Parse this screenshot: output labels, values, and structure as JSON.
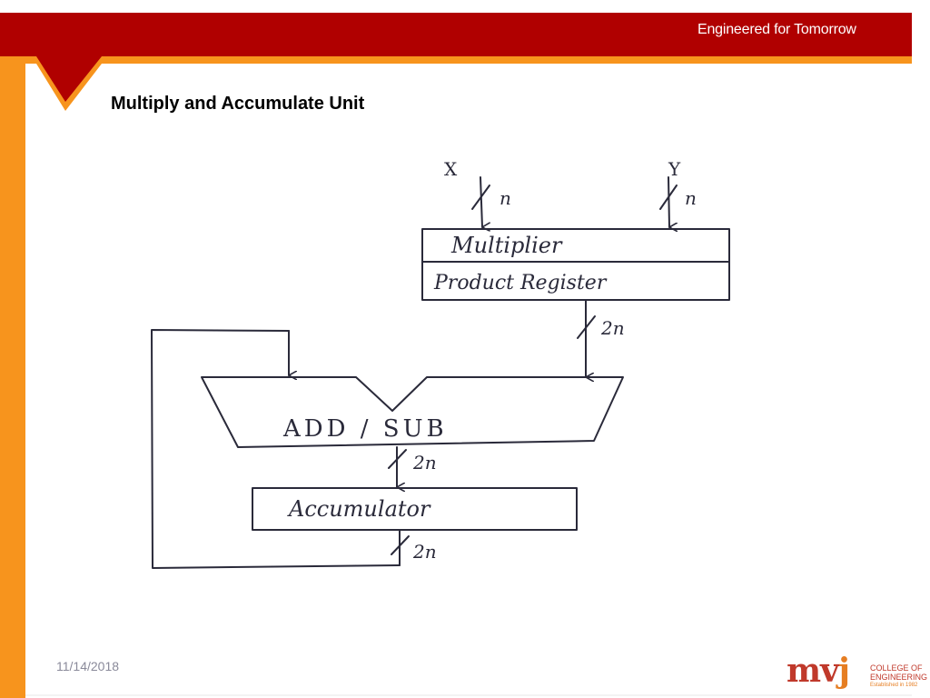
{
  "header": {
    "tagline": "Engineered for Tomorrow",
    "colors": {
      "band": "#b00000",
      "accent": "#f7941d"
    }
  },
  "slide": {
    "title": "Multiply and Accumulate Unit",
    "date": "11/14/2018"
  },
  "logo": {
    "mark": "mv",
    "mark_j": "j",
    "line1": "COLLEGE OF",
    "line2": "ENGINEERING",
    "line3": "Established in 1982"
  },
  "diagram": {
    "inputs": {
      "x": "X",
      "y": "Y",
      "width": "n"
    },
    "multiplier": "Multiplier",
    "product_register": "Product Register",
    "product_width": "2n",
    "adder": "ADD / SUB",
    "adder_width": "2n",
    "accumulator": "Accumulator",
    "output_width": "2n"
  }
}
